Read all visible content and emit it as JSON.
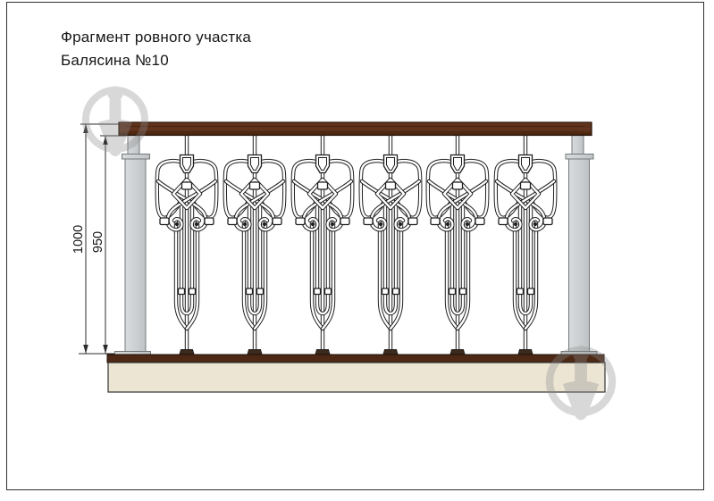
{
  "document": {
    "title_line1": "Фрагмент ровного участка",
    "title_line2": "Балясина №10"
  },
  "dimensions": {
    "overall_height": "1000",
    "baluster_height": "950"
  },
  "drawing": {
    "balusters_count": 6,
    "watermark_icon": "pin-in-circle-watermark"
  },
  "theme": {
    "handrail_brown": "#5a301b",
    "rail_dark_brown": "#4c2815",
    "base_beige": "#ece5d4",
    "post_gray": "#cdd0d2",
    "line_black": "#1f1f1f",
    "watermark_gray": "#8c8c8c"
  }
}
